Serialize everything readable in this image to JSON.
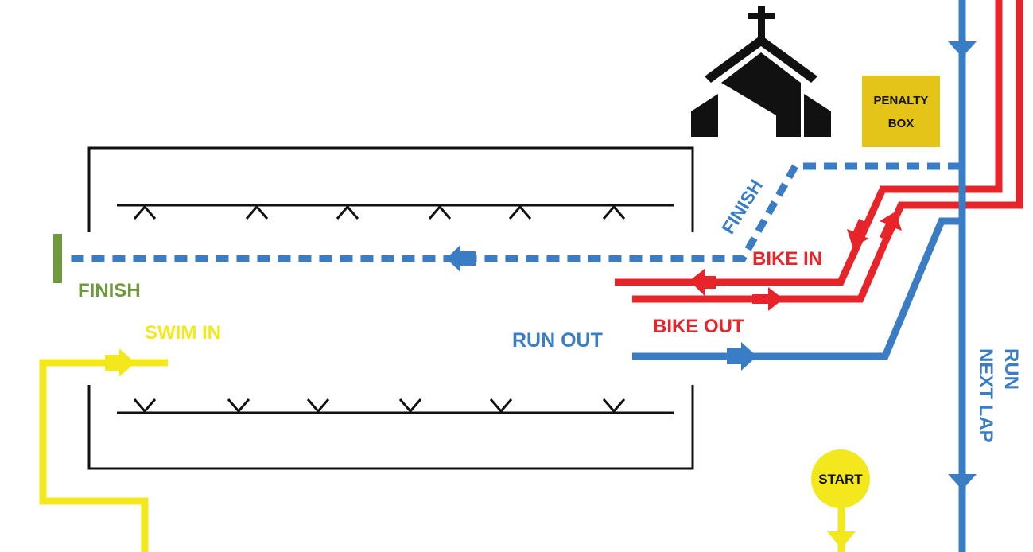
{
  "colors": {
    "blue": "#3a7dc4",
    "red": "#e8242b",
    "yellow": "#f2e81c",
    "green": "#6f9a3c",
    "black": "#111111",
    "penalty_box_fill": "#e4c419"
  },
  "labels": {
    "finish_green": "FINISH",
    "swim_in": "SWIM IN",
    "run_out": "RUN OUT",
    "bike_in": "BIKE IN",
    "bike_out": "BIKE OUT",
    "finish_blue": "FINISH",
    "run_next_lap_line1": "RUN",
    "run_next_lap_line2": "NEXT LAP",
    "penalty_line1": "PENALTY",
    "penalty_line2": "BOX",
    "start": "START"
  },
  "icons": {
    "church": "church-icon"
  }
}
